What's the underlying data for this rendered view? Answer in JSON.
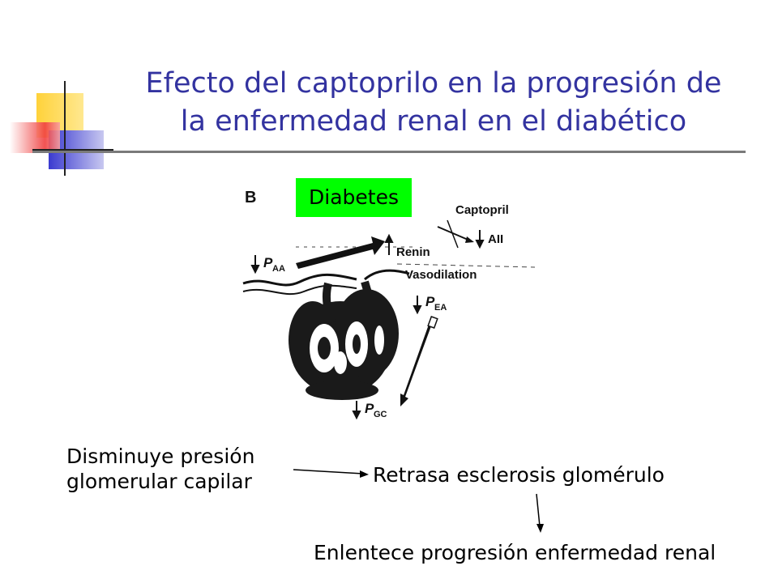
{
  "slide": {
    "title_line1": "Efecto del  captoprilo en la progresión de",
    "title_line2": "la enfermedad renal en el diabético",
    "decoration_colors": {
      "yellow": "#ffd23a",
      "blue": "#3a3ad0",
      "red": "#f04040"
    }
  },
  "diagram": {
    "panel_letter": "B",
    "diabetes_label": "Diabetes",
    "diabetes_color": "#00ff00",
    "labels": {
      "captopril": "Captopril",
      "all": "AII",
      "renin": "Renin",
      "vasodilation": "Vasodilation",
      "p_aa": "P",
      "p_aa_sub": "AA",
      "p_ea": "P",
      "p_ea_sub": "EA",
      "p_gc": "P",
      "p_gc_sub": "GC"
    }
  },
  "flow": {
    "step1_line1": "Disminuye presión",
    "step1_line2": "glomerular capilar",
    "step2": "Retrasa esclerosis glomérulo",
    "step3": "Enlentece progresión enfermedad renal"
  }
}
